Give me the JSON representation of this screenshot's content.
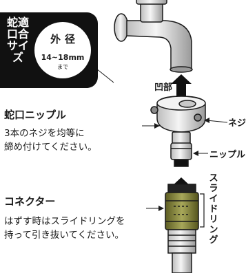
{
  "badge": {
    "label": "蛇適口合サイズ",
    "diameter_label": "外径",
    "diameter_range": "14~18mm",
    "diameter_note": "まで"
  },
  "labels": {
    "recess": "凹部",
    "screw": "ネジ",
    "nipple": "ニップル",
    "slide_ring": "スライドリング"
  },
  "faucet_nipple": {
    "title": "蛇口ニップル",
    "description": [
      "3本のネジを均等に",
      "締め付けてください。"
    ]
  },
  "connector": {
    "title": "コネクター",
    "description": [
      "はずす時はスライドリングを",
      "持って引き抜いてください。"
    ]
  },
  "colors": {
    "badge_bg": "#111111",
    "connector_green": "#8a8a3c",
    "line": "#1a1a1a"
  }
}
